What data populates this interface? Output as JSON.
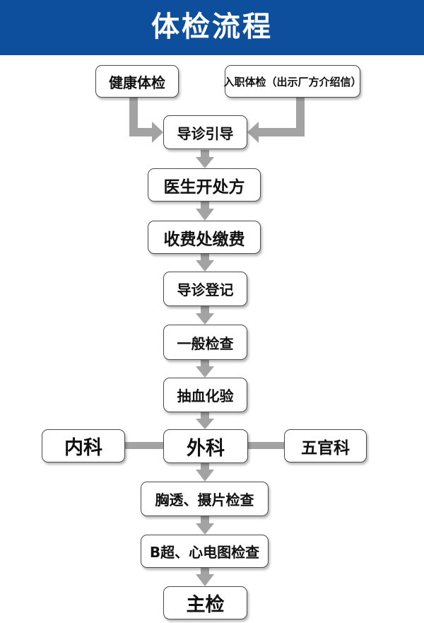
{
  "header": {
    "title": "体检流程"
  },
  "colors": {
    "header_bg": "#0d4f9c",
    "arrow": "#a3a3a3",
    "box_border": "#4a4a4a"
  },
  "nodes": {
    "health_check": "健康体检",
    "employment_check": "入职体检（出示厂方介绍信）",
    "guidance": "导诊引导",
    "doctor_prescribe": "医生开处方",
    "payment": "收费处缴费",
    "register": "导诊登记",
    "general_exam": "一般检查",
    "blood_test": "抽血化验",
    "internal_med": "内科",
    "surgery": "外科",
    "ent": "五官科",
    "chest_xray": "胸透、摄片检查",
    "ultrasound_ecg": "B超、心电图检查",
    "main_exam": "主检"
  }
}
